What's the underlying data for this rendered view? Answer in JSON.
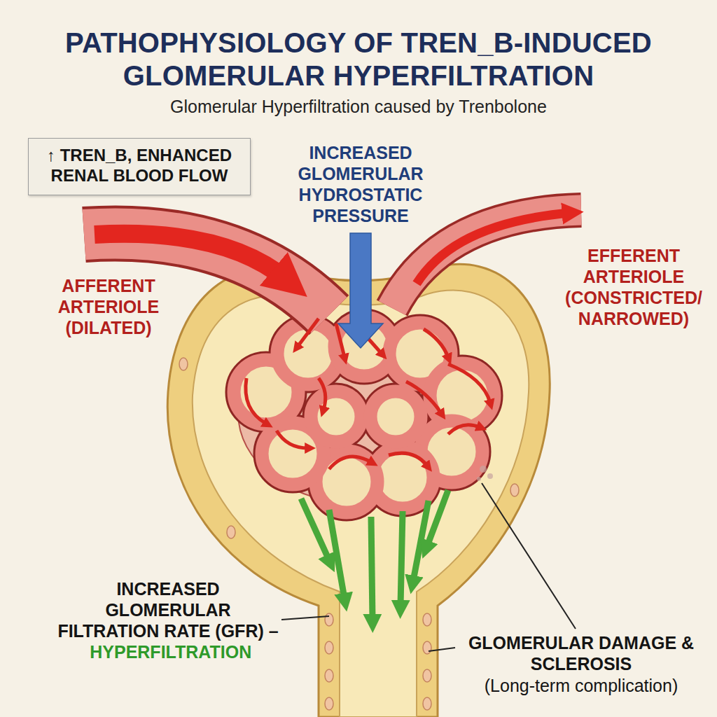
{
  "diagram": {
    "title": "PATHOPHYSIOLOGY OF TREN_B-INDUCED GLOMERULAR HYPERFILTRATION",
    "caption": "Glomerular Hyperfiltration caused by Trenbolone",
    "nodes": [
      {
        "text": [
          "↑ TREN_B, ENHANCED RENAL BLOOD FLOW"
        ]
      }
    ],
    "labels": [
      "INCREASED GLOMERULAR HYDROSTATIC PRESSURE",
      "AFFERENT ARTERIOLE (DILATED)",
      "EFFERENT ARTERIOLE (CONSTRICTED/ NARROWED)",
      "INCREASED GLOMERULAR FILTRATION RATE (GFR) –",
      "HYPERFILTRATION",
      "GLOMERULAR DAMAGE & SCLEROSIS",
      "(Long-term complication)"
    ]
  }
}
